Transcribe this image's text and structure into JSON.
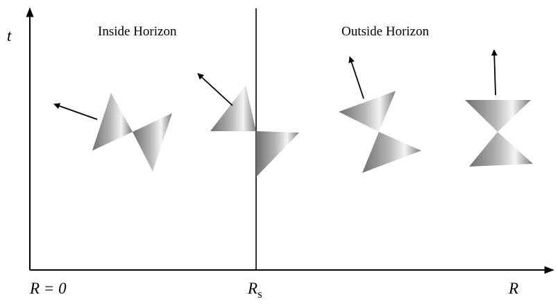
{
  "labels": {
    "t_axis": "t",
    "r_axis": "R",
    "origin": "R = 0",
    "schwarzschild_main": "R",
    "schwarzschild_sub": "s",
    "inside": "Inside Horizon",
    "outside": "Outside Horizon"
  },
  "colors": {
    "line": "#000000",
    "cone_dark": "#6f6f6f",
    "cone_light": "#f4f4f4"
  },
  "cones": [
    {
      "name": "light-cone-inside-far",
      "tilt_deg": -65
    },
    {
      "name": "light-cone-inside-near",
      "tilt_deg": -45
    },
    {
      "name": "light-cone-outside-near",
      "tilt_deg": -20
    },
    {
      "name": "light-cone-outside-far",
      "tilt_deg": -3
    }
  ]
}
